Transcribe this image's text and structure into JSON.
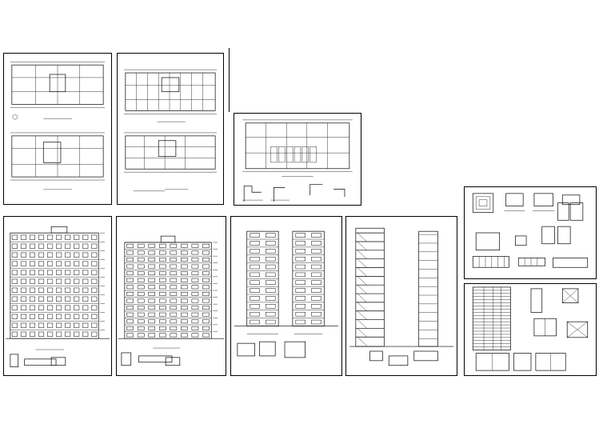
{
  "drawing_set": {
    "sheets": [
      {
        "id": "sheet-1",
        "kind": "floor-plans"
      },
      {
        "id": "sheet-2",
        "kind": "floor-plans"
      },
      {
        "id": "sheet-3",
        "kind": "roof-plan-and-details"
      },
      {
        "id": "sheet-4",
        "kind": "front-elevation"
      },
      {
        "id": "sheet-5",
        "kind": "rear-elevation"
      },
      {
        "id": "sheet-6",
        "kind": "side-elevations"
      },
      {
        "id": "sheet-7",
        "kind": "sections"
      },
      {
        "id": "sheet-8",
        "kind": "details"
      },
      {
        "id": "sheet-9",
        "kind": "door-window-schedule"
      }
    ],
    "colors": {
      "line": "#000000",
      "paper": "#ffffff"
    }
  }
}
